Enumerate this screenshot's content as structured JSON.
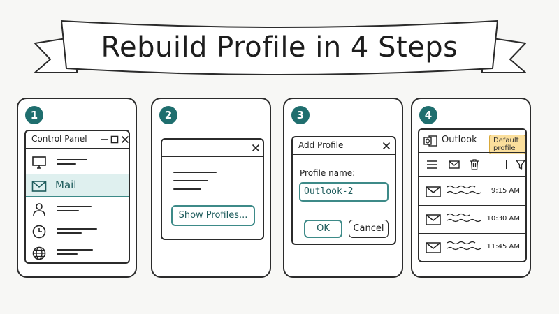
{
  "title": "Rebuild Profile in 4 Steps",
  "steps": [
    {
      "number": "1",
      "window_title": "Control Panel",
      "selected_item": "Mail"
    },
    {
      "number": "2",
      "button_label": "Show Profiles..."
    },
    {
      "number": "3",
      "window_title": "Add Profile",
      "field_label": "Profile name:",
      "field_value": "Outlook-2",
      "ok_label": "OK",
      "cancel_label": "Cancel"
    },
    {
      "number": "4",
      "app_title": "Outlook",
      "badge": "Default profile",
      "times": [
        "9:15 AM",
        "10:30 AM",
        "11:45 AM"
      ]
    }
  ],
  "colors": {
    "accent": "#1f6e6e",
    "highlight": "#dff0ef",
    "badge": "#fbdf9c"
  },
  "icons": [
    "monitor-icon",
    "mail-icon",
    "user-icon",
    "clock-icon",
    "globe-icon",
    "close-icon",
    "minimize-icon",
    "maximize-icon",
    "outlook-logo-icon",
    "menu-icon",
    "trash-icon",
    "filter-icon",
    "envelope-icon"
  ]
}
